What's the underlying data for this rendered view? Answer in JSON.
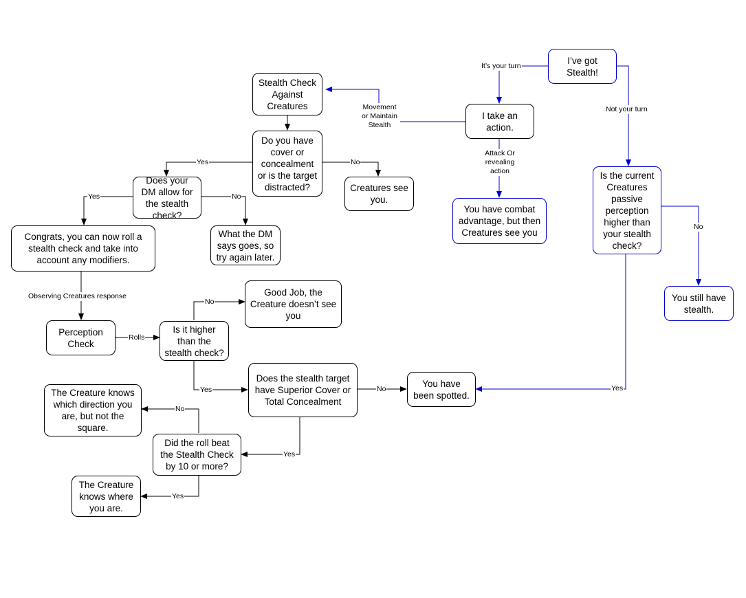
{
  "nodes": {
    "got_stealth": "I’ve got Stealth!",
    "stealth_check_against": "Stealth Check Against Creatures",
    "take_action": "I take an action.",
    "do_you_have_cover": "Do you have cover or concealment or is the target distracted?",
    "creatures_see_you": "Creatures see you.",
    "dm_allow": "Does your DM allow for the stealth check?",
    "what_dm_says": "What the DM says goes, so try again later.",
    "congrats": "Congrats, you can now roll a stealth check and take into account any modifiers.",
    "combat_advantage": "You have combat advantage, but then Creatures see you",
    "passive_perception": "Is the current Creatures passive perception higher than your stealth check?",
    "still_have_stealth": "You still have stealth.",
    "perception_check": "Perception Check",
    "is_it_higher": "Is it higher than the stealth check?",
    "good_job": "Good Job, the Creature doesn’t see you",
    "superior_cover": "Does the stealth target have Superior Cover or Total Concealment",
    "been_spotted": "You have been spotted.",
    "knows_direction": "The Creature knows which direction you are, but not the square.",
    "did_roll_beat": "Did the roll beat the Stealth Check by 10 or more?",
    "knows_where": "The Creature knows where you are."
  },
  "edge_labels": {
    "its_your_turn": "It’s your turn",
    "not_your_turn": "Not your turn",
    "movement": "Movement or Maintain Stealth",
    "attack": "Attack Or revealing action",
    "cover_yes": "Yes",
    "cover_no": "No",
    "dm_yes": "Yes",
    "dm_no": "No",
    "observing": "Observing Creatures response",
    "rolls": "Rolls",
    "higher_no": "No",
    "higher_yes": "Yes",
    "superior_no": "No",
    "superior_yes": "Yes",
    "passive_no": "No",
    "passive_yes": "Yes",
    "beat_no": "No",
    "beat_yes": "Yes"
  },
  "colors": {
    "black": "#000000",
    "blue": "#0000cc"
  }
}
